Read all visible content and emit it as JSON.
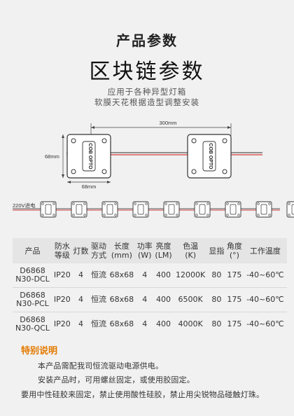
{
  "header": {
    "title": "产品参数",
    "heading": "区块链参数",
    "subtitle_1": "应用于各种异型灯箱",
    "subtitle_2": "软膜天花根据造型调整安装"
  },
  "diagram": {
    "width_label": "300mm",
    "height_label": "68mm",
    "bottom_label": "68mm",
    "module_text": "COB OPTO",
    "power_label": "220V进电"
  },
  "table": {
    "headers": [
      [
        "产品"
      ],
      [
        "防水",
        "等级"
      ],
      [
        "灯数"
      ],
      [
        "驱动",
        "方式"
      ],
      [
        "长度",
        "(mm)"
      ],
      [
        "功率",
        "(W)"
      ],
      [
        "亮度",
        "(LM)"
      ],
      [
        "色温",
        "(K)"
      ],
      [
        "显指"
      ],
      [
        "角度",
        "(°)"
      ],
      [
        "工作温度"
      ]
    ],
    "rows": [
      [
        [
          "D6868",
          "N30-DCL"
        ],
        [
          "IP20"
        ],
        [
          "4"
        ],
        [
          "恒流"
        ],
        [
          "68x68"
        ],
        [
          "4"
        ],
        [
          "400"
        ],
        [
          "12000K"
        ],
        [
          "80"
        ],
        [
          "175"
        ],
        [
          "-40~60℃"
        ]
      ],
      [
        [
          "D6868",
          "N30-PCL"
        ],
        [
          "IP20"
        ],
        [
          "4"
        ],
        [
          "恒流"
        ],
        [
          "68x68"
        ],
        [
          "4"
        ],
        [
          "400"
        ],
        [
          "6500K"
        ],
        [
          "80"
        ],
        [
          "175"
        ],
        [
          "-40~60℃"
        ]
      ],
      [
        [
          "D6868",
          "N30-QCL"
        ],
        [
          "IP20"
        ],
        [
          "4"
        ],
        [
          "恒流"
        ],
        [
          "68x68"
        ],
        [
          "4"
        ],
        [
          "400"
        ],
        [
          "4000K"
        ],
        [
          "80"
        ],
        [
          "175"
        ],
        [
          "-40~60℃"
        ]
      ]
    ]
  },
  "notes": {
    "title": "特别说明",
    "line_1": "本产品需配我司恒流驱动电源供电。",
    "line_2": "安装产品时，可用螺丝固定，或使用胶固定。",
    "line_3": "要用中性硅胶来固定，禁止使用酸性硅胶，禁止用尖锐物品碰触灯珠。"
  },
  "colors": {
    "accent": "#e37a00",
    "wire_red": "#d23a3a",
    "background": "#f1f1f1"
  }
}
